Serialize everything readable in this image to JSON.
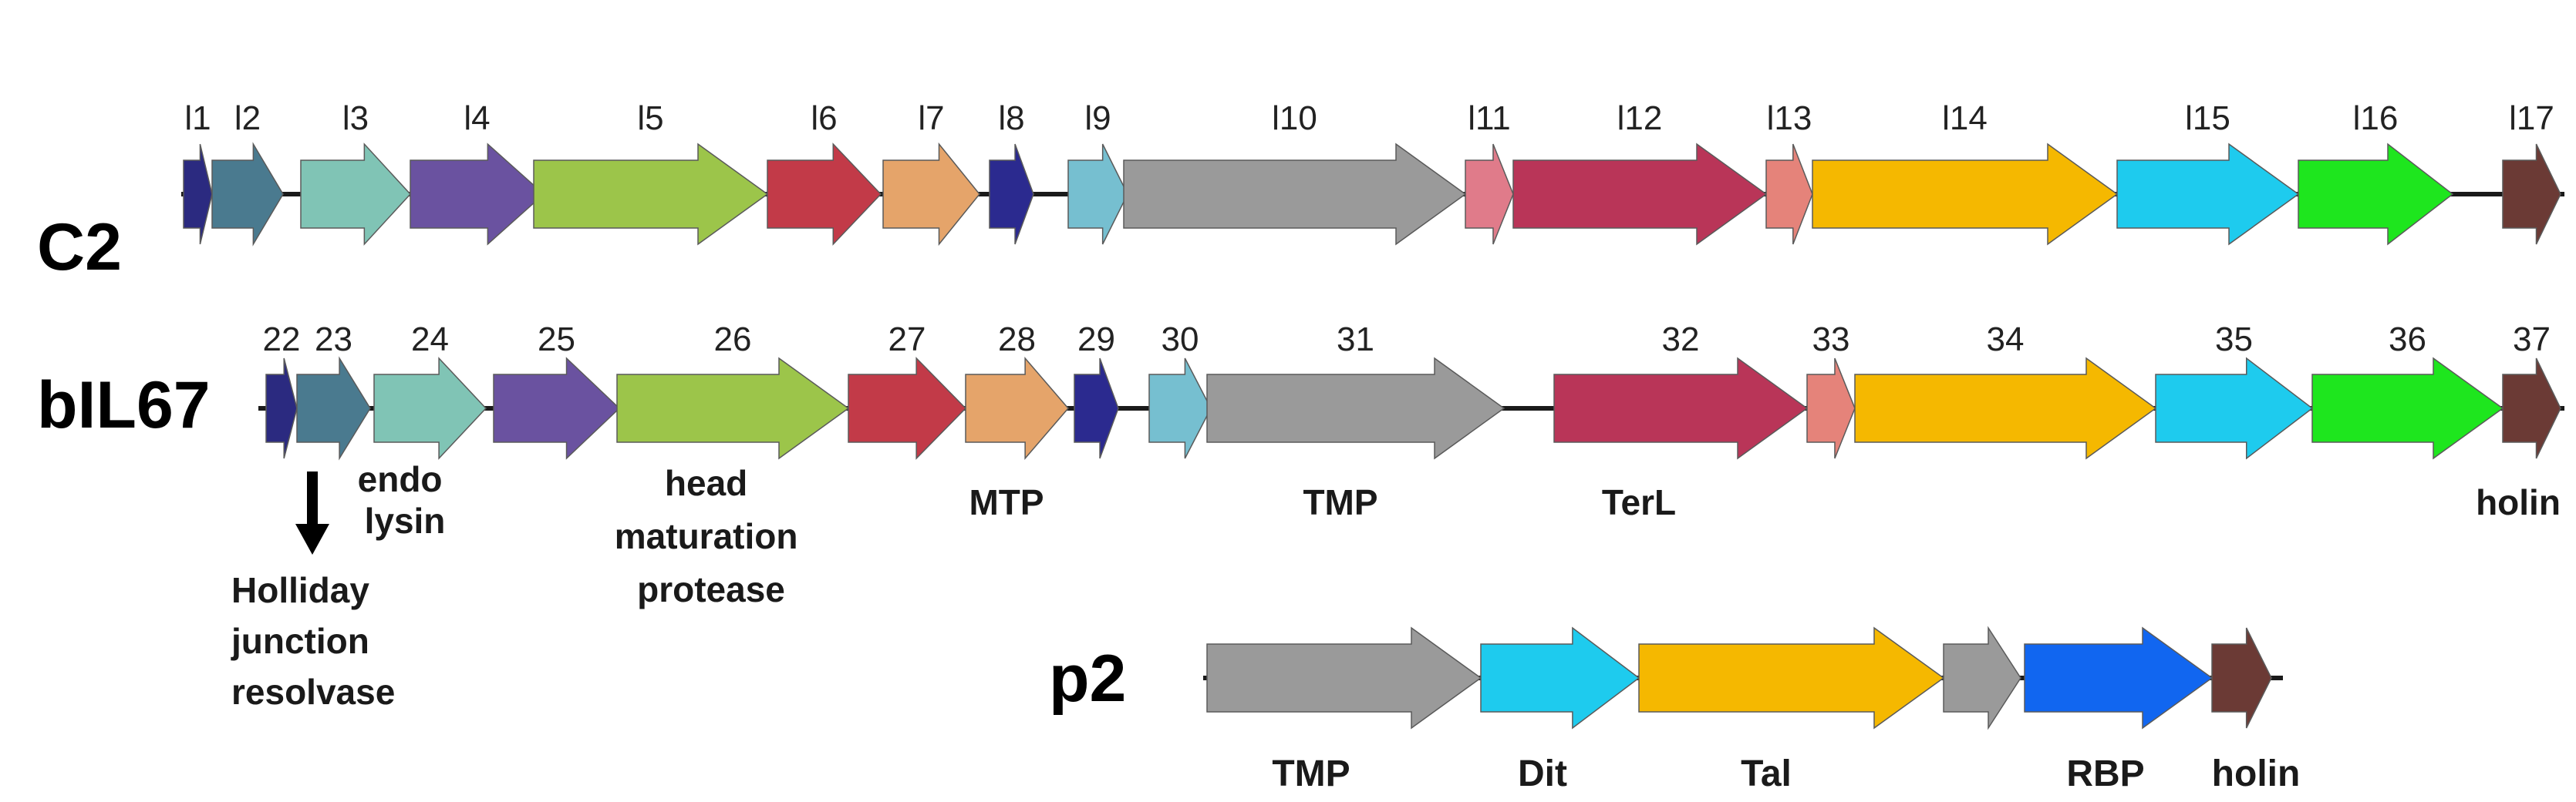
{
  "genomes": [
    {
      "name": "C2",
      "genes": [
        {
          "label": "l1",
          "color": "#2b2a80"
        },
        {
          "label": "l2",
          "color": "#4a7a8f"
        },
        {
          "label": "l3",
          "color": "#80c4b5"
        },
        {
          "label": "l4",
          "color": "#6a52a0"
        },
        {
          "label": "l5",
          "color": "#9cc54a"
        },
        {
          "label": "l6",
          "color": "#c23a48"
        },
        {
          "label": "l7",
          "color": "#e5a46a"
        },
        {
          "label": "l8",
          "color": "#2b2a8f"
        },
        {
          "label": "l9",
          "color": "#76bfd0"
        },
        {
          "label": "l10",
          "color": "#9a9a9a"
        },
        {
          "label": "l11",
          "color": "#e07b8a"
        },
        {
          "label": "l12",
          "color": "#b93558"
        },
        {
          "label": "l13",
          "color": "#e5837a"
        },
        {
          "label": "l14",
          "color": "#f5b800"
        },
        {
          "label": "l15",
          "color": "#1ecbee"
        },
        {
          "label": "l16",
          "color": "#1ee61e"
        },
        {
          "label": "l17",
          "color": "#6b3a35"
        }
      ]
    },
    {
      "name": "bIL67",
      "genes": [
        {
          "label": "22",
          "color": "#2b2a80"
        },
        {
          "label": "23",
          "color": "#4a7a8f"
        },
        {
          "label": "24",
          "color": "#80c4b5"
        },
        {
          "label": "25",
          "color": "#6a52a0"
        },
        {
          "label": "26",
          "color": "#9cc54a"
        },
        {
          "label": "27",
          "color": "#c23a48"
        },
        {
          "label": "28",
          "color": "#e5a46a"
        },
        {
          "label": "29",
          "color": "#2b2a8f"
        },
        {
          "label": "30",
          "color": "#76bfd0"
        },
        {
          "label": "31",
          "color": "#9a9a9a"
        },
        {
          "label": "32",
          "color": "#b93558"
        },
        {
          "label": "33",
          "color": "#e5837a"
        },
        {
          "label": "34",
          "color": "#f5b800"
        },
        {
          "label": "35",
          "color": "#1ecbee"
        },
        {
          "label": "36",
          "color": "#1ee61e"
        },
        {
          "label": "37",
          "color": "#6b3a35"
        }
      ],
      "annotations": [
        "endo lysin",
        "head maturation protease",
        "MTP",
        "TMP",
        "TerL",
        "holin",
        "Holliday junction resolvase"
      ]
    },
    {
      "name": "p2",
      "genes": [
        {
          "label": "TMP",
          "color": "#9a9a9a"
        },
        {
          "label": "Dit",
          "color": "#1ecbee"
        },
        {
          "label": "Tal",
          "color": "#f5b800"
        },
        {
          "label": "",
          "color": "#9a9a9a"
        },
        {
          "label": "RBP",
          "color": "#1166f0"
        },
        {
          "label": "holin",
          "color": "#6b3a35"
        }
      ]
    }
  ]
}
